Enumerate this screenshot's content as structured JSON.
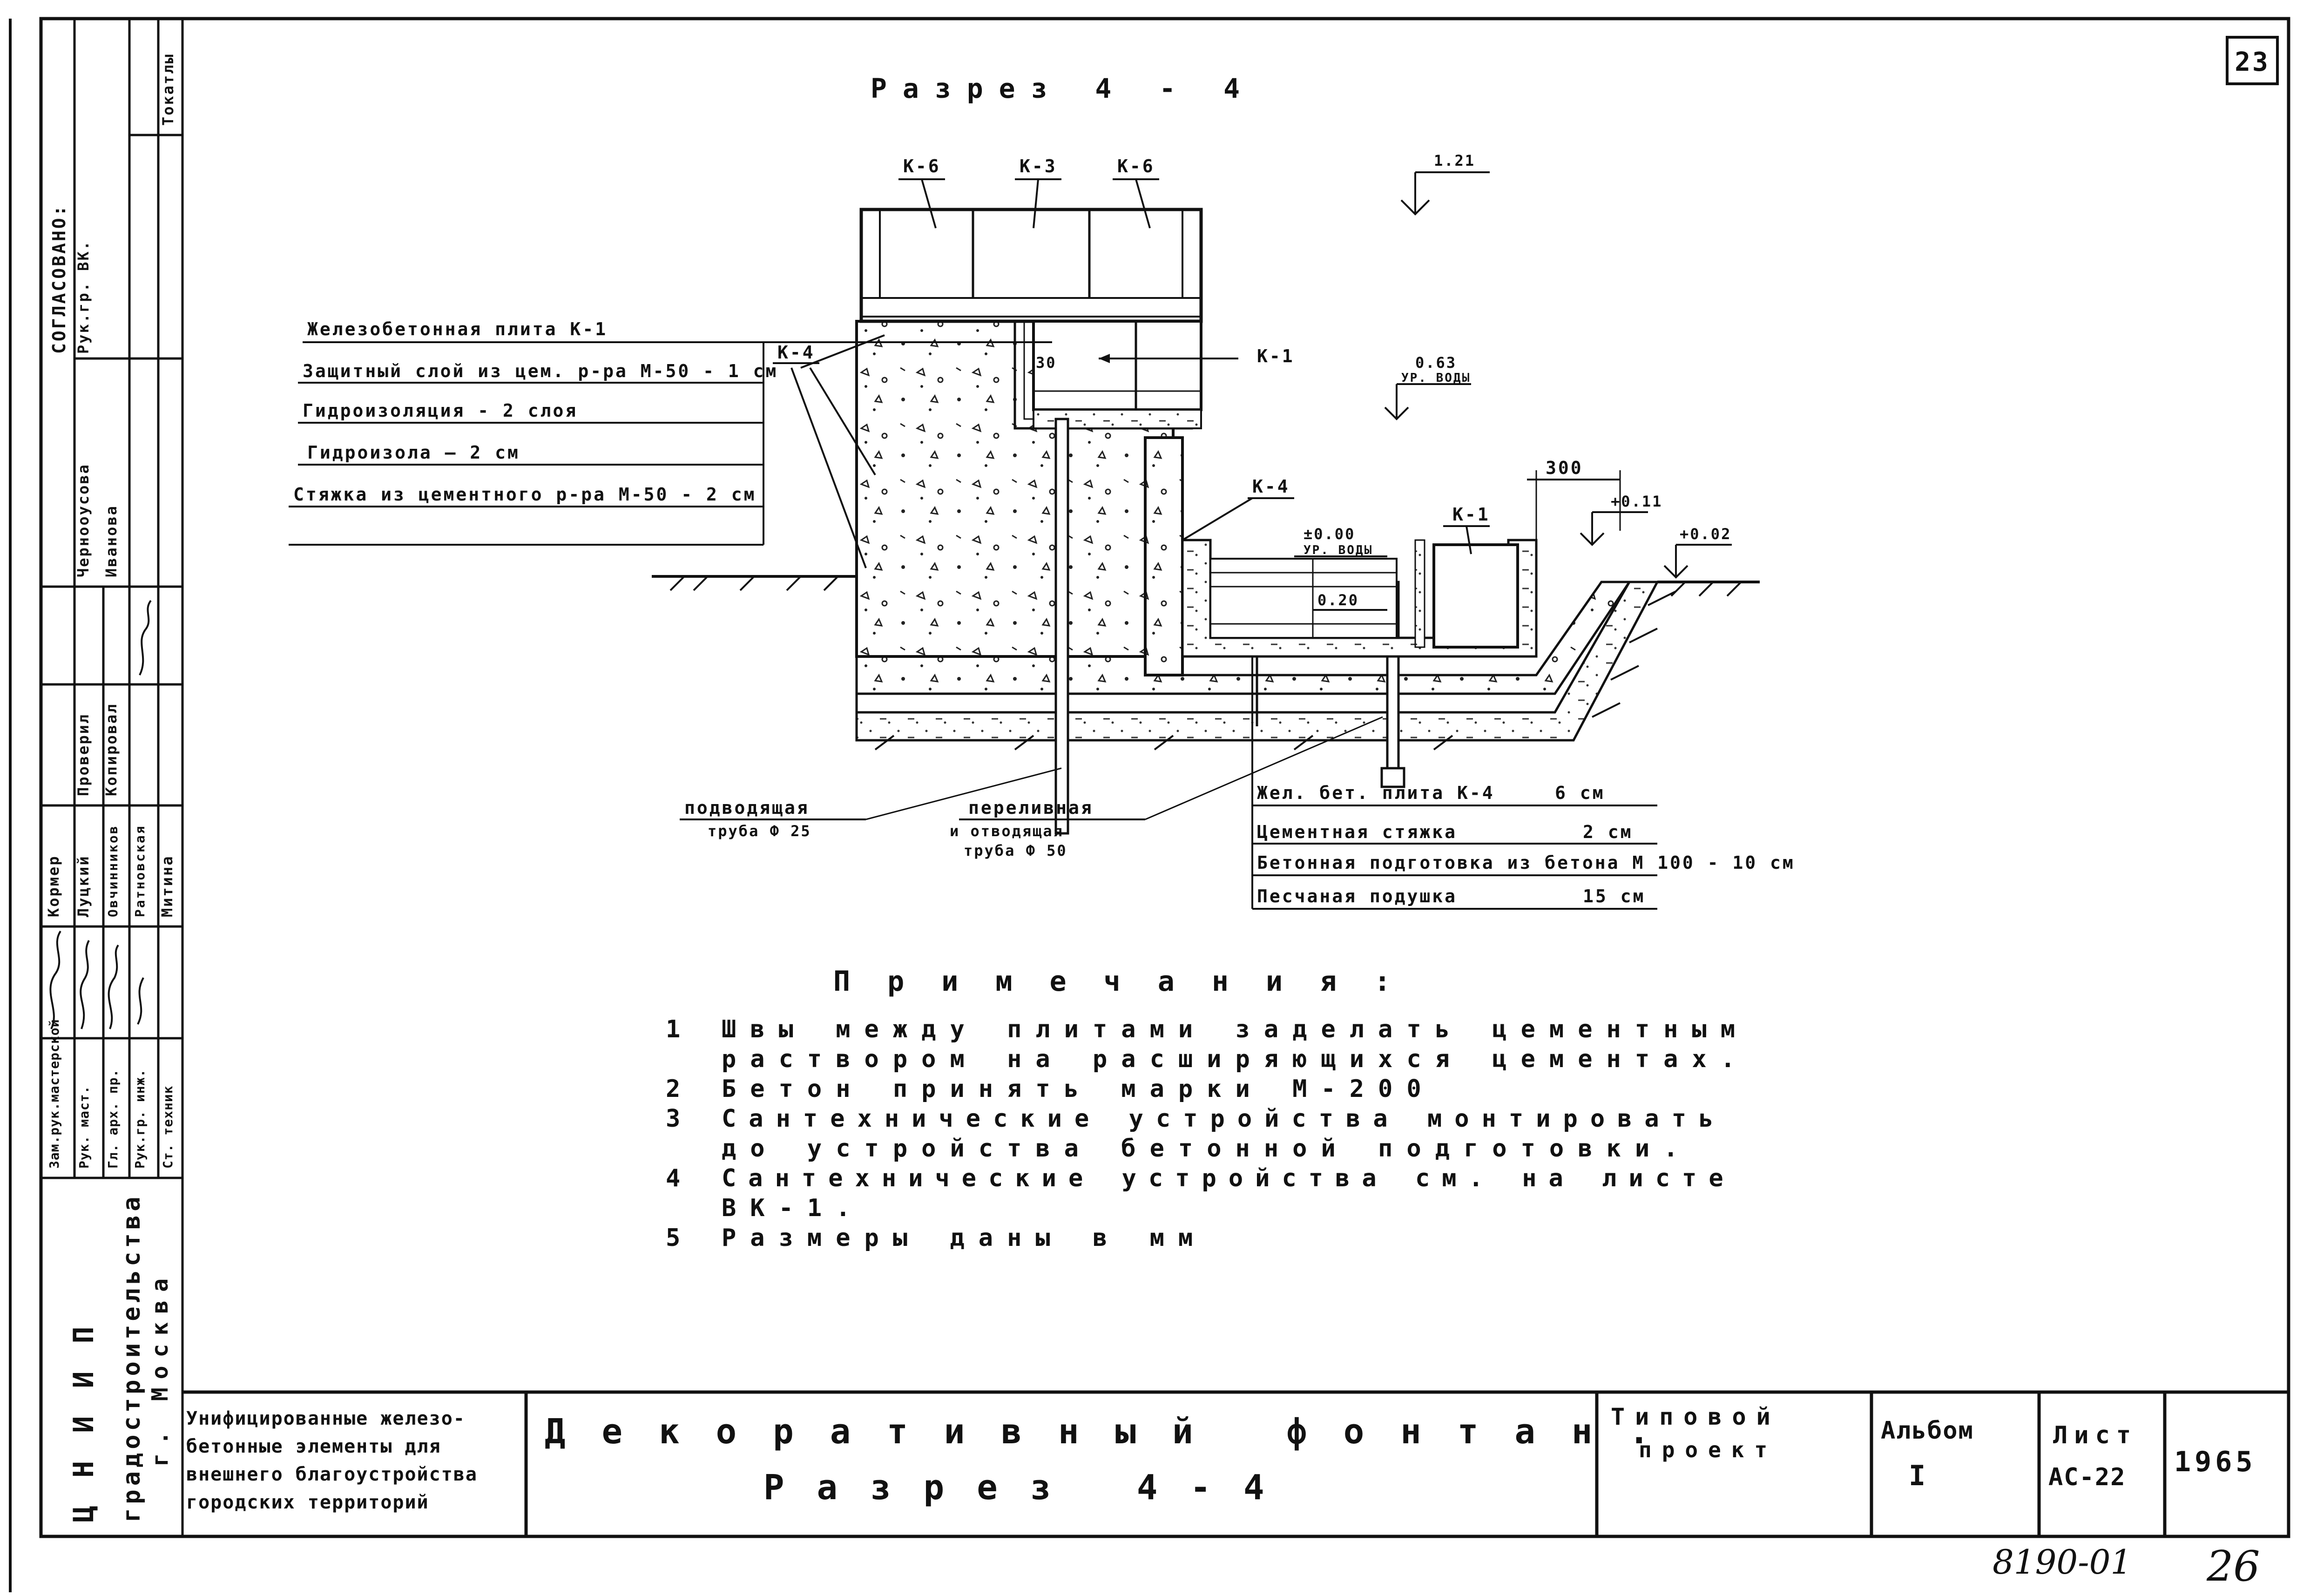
{
  "sheet_number": "23",
  "section_title": "Разрез 4 - 4",
  "drawing": {
    "panels": [
      "К-6",
      "К-3",
      "К-6"
    ],
    "slab_k1": "К-1",
    "slab_k1_right": "К-1",
    "k4_left": "К-4",
    "k4_right": "К-4",
    "dim_30": "30",
    "dim_300": "300",
    "levels": {
      "top": "1.21",
      "water_upper": "0.63",
      "water_upper_label": "УР. ВОДЫ",
      "zero": "±0.00",
      "zero_label": "УР. ВОДЫ",
      "l011": "+0.11",
      "l002": "+0.02",
      "l020": "0.20"
    },
    "left_layers": [
      "Железобетонная плита К-1",
      "Защитный слой из цем. р-ра М-50 - 1 см",
      "Гидроизоляция - 2 слоя",
      "Гидроизола — 2 см",
      "Стяжка из цементного р-ра М-50 - 2 см"
    ],
    "bottom_layers": [
      {
        "name": "Жел. бет. плита К-4",
        "value": "6 см"
      },
      {
        "name": "Цементная стяжка",
        "value": "2 см"
      },
      {
        "name": "Бетонная подготовка из бетона М 100 - 10 см",
        "value": ""
      },
      {
        "name": "Песчаная подушка",
        "value": "15 см"
      }
    ],
    "pipe_inlet": [
      "подводящая",
      "труба Ф 25"
    ],
    "pipe_overflow": [
      "переливная",
      "и отводящая",
      "труба Ф 50"
    ]
  },
  "notes": {
    "title": "Примечания:",
    "items": [
      {
        "num": "1",
        "lines": [
          "Швы между плитами заделать цементным",
          "раствором на расширяющихся цементах."
        ]
      },
      {
        "num": "2",
        "lines": [
          "Бетон принять марки М-200"
        ]
      },
      {
        "num": "3",
        "lines": [
          "Сантехнические устройства монтировать",
          "до устройства бетонной подготовки."
        ]
      },
      {
        "num": "4",
        "lines": [
          "Сантехнические устройства см. на листе",
          "ВК-1."
        ]
      },
      {
        "num": "5",
        "lines": [
          "Размеры даны в мм"
        ]
      }
    ]
  },
  "left_strip": {
    "agreed": "СОГЛАСОВАНО:",
    "col_a": [
      "Рук.гр. ВК.",
      "Токатлы"
    ],
    "col_b": [
      "Чернооусова",
      "Иванова"
    ],
    "checked": [
      "Проверил",
      "Копировал"
    ],
    "staff_titles": [
      "Зам.рук.мастерской",
      "Рук. маст.",
      "Гл. арх. пр.",
      "Рук.гр. инж.",
      "Ст. техник"
    ],
    "staff_names": [
      "Кормер",
      "Луцкий",
      "Овчинников",
      "Ратновская",
      "Митина"
    ],
    "org": [
      "ЦНИИП",
      "градостроительства",
      "г. Москва"
    ]
  },
  "title_block": {
    "subject": [
      "Унифицированные железо-",
      "бетонные элементы для",
      "внешнего благоустройства",
      "городских территорий"
    ],
    "drawing_title": "Декоративный фонтан.",
    "drawing_subtitle": "Разрез 4-4",
    "type_label": [
      "Типовой",
      "проект"
    ],
    "album_label": "Альбом",
    "album_value": "I",
    "sheet_label": "Лист",
    "sheet_value": "АС-22",
    "year": "1965"
  },
  "footer": {
    "code": "8190-01",
    "page": "26"
  }
}
